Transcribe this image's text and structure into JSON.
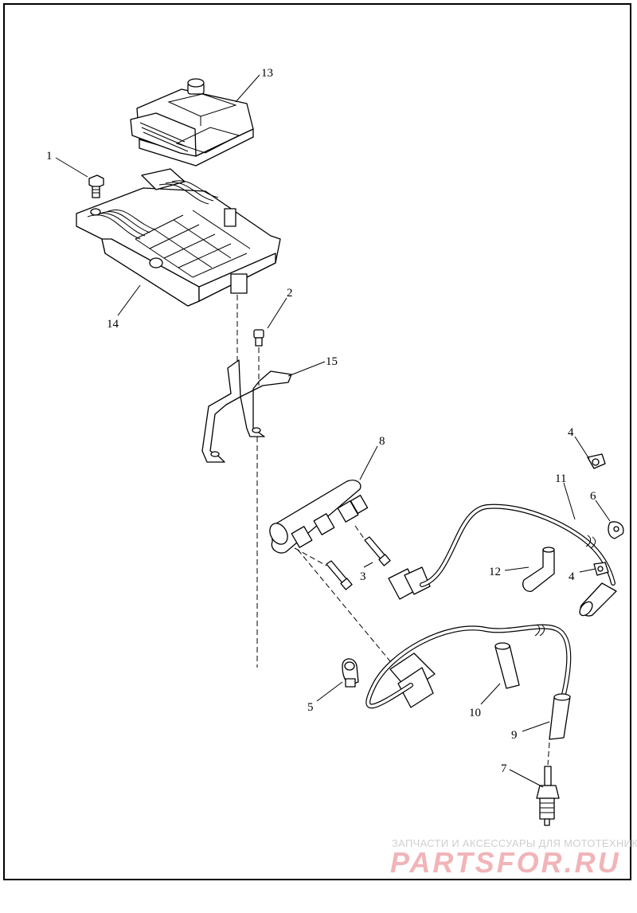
{
  "callouts": [
    {
      "id": "c1",
      "label": "1",
      "part": "bolt"
    },
    {
      "id": "c2",
      "label": "2",
      "part": "bolt"
    },
    {
      "id": "c3",
      "label": "3",
      "part": "coil-screws"
    },
    {
      "id": "c4a",
      "label": "4",
      "part": "clip"
    },
    {
      "id": "c4b",
      "label": "4",
      "part": "clip"
    },
    {
      "id": "c5",
      "label": "5",
      "part": "clip"
    },
    {
      "id": "c6",
      "label": "6",
      "part": "clip"
    },
    {
      "id": "c7",
      "label": "7",
      "part": "spark-plug"
    },
    {
      "id": "c8",
      "label": "8",
      "part": "ignition-coil"
    },
    {
      "id": "c9",
      "label": "9",
      "part": "plug-boot"
    },
    {
      "id": "c10",
      "label": "10",
      "part": "plug-boot"
    },
    {
      "id": "c11",
      "label": "11",
      "part": "ignition-wire"
    },
    {
      "id": "c12",
      "label": "12",
      "part": "plug-boot"
    },
    {
      "id": "c13",
      "label": "13",
      "part": "ecm-module"
    },
    {
      "id": "c14",
      "label": "14",
      "part": "ecm-tray"
    },
    {
      "id": "c15",
      "label": "15",
      "part": "bracket"
    }
  ],
  "watermark": {
    "caption": "ЗАПЧАСТИ И АКСЕССУАРЫ ДЛЯ МОТОТЕХНИКИ",
    "logo": "PARTSFOR.RU",
    "color": "#f1b4b8"
  }
}
